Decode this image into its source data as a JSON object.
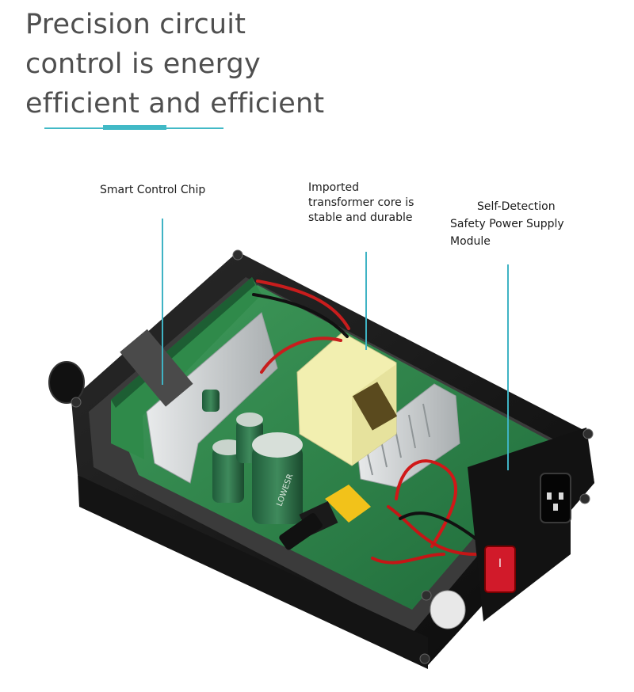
{
  "headline": {
    "line1": "Precision circuit",
    "line2": "control is energy",
    "line3": "efficient and efficient"
  },
  "callouts": {
    "chip": {
      "line1": "Smart Control Chip"
    },
    "core": {
      "line1": "Imported",
      "line2": "transformer core is",
      "line3": "stable and durable"
    },
    "psu": {
      "line1": "Self-Detection",
      "line2": "Safety Power Supply",
      "line3": "Module"
    }
  },
  "product_marks": {
    "capacitor_text": "LOWESR",
    "switch_label": "I"
  },
  "colors": {
    "accent": "#41b9c6",
    "headline_text": "#4f4f4f",
    "case": "#161616",
    "pcb": "#2e8b4d",
    "transformer": "#f2efb0",
    "heatsink": "#cfd2d3",
    "switch": "#d11a2a"
  }
}
